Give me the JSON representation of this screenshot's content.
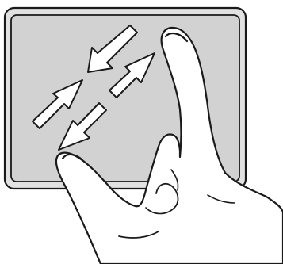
{
  "figure": {
    "subject": "touchpad-pinch-gesture",
    "gesture": "pinch",
    "fingers": 2,
    "arrow_groups": [
      {
        "name": "upper-right-pair",
        "directions": [
          "inward",
          "outward"
        ]
      },
      {
        "name": "lower-left-pair",
        "directions": [
          "outward",
          "inward"
        ]
      }
    ],
    "icons": {
      "touchpad": "touchpad-icon",
      "hand": "hand-icon",
      "arrow": "arrow-icon"
    },
    "colors": {
      "background": "#ffffff",
      "pad_fill": "#d2d2d2",
      "pad_outer_frame": "#e1e1e1",
      "outline": "#1a1a1a",
      "arrow_fill": "#ffffff",
      "hand_fill": "#ffffff"
    }
  }
}
